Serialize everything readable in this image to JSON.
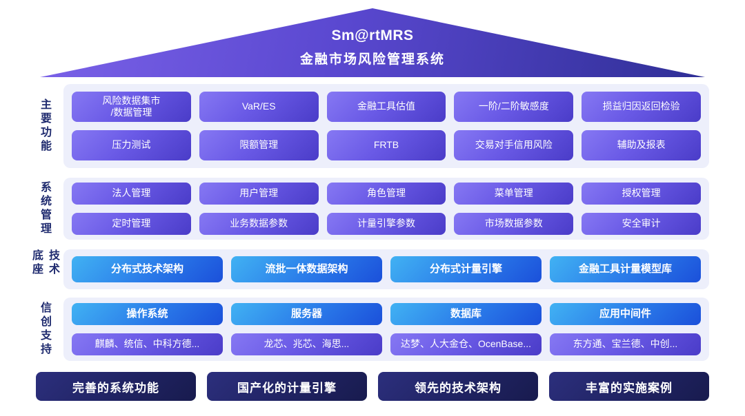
{
  "roof": {
    "title": "Sm@rtMRS",
    "subtitle": "金融市场风险管理系统"
  },
  "groups": [
    {
      "label": "主要功能",
      "rows": [
        [
          "风险数据集市\n/数据管理",
          "VaR/ES",
          "金融工具估值",
          "一阶/二阶敏感度",
          "损益归因返回检验"
        ],
        [
          "压力测试",
          "限额管理",
          "FRTB",
          "交易对手信用风险",
          "辅助及报表"
        ]
      ]
    },
    {
      "label": "系统管理",
      "rows": [
        [
          "法人管理",
          "用户管理",
          "角色管理",
          "菜单管理",
          "授权管理"
        ],
        [
          "定时管理",
          "业务数据参数",
          "计量引擎参数",
          "市场数据参数",
          "安全审计"
        ]
      ]
    },
    {
      "label": "技术底座",
      "rows": [
        [
          "分布式技术架构",
          "流批一体数据架构",
          "分布式计量引擎",
          "金融工具计量模型库"
        ]
      ]
    },
    {
      "label": "信创支持",
      "rows": [
        [
          "操作系统",
          "服务器",
          "数据库",
          "应用中间件"
        ],
        [
          "麒麟、统信、中科方德...",
          "龙芯、兆芯、海思...",
          "达梦、人大金仓、OcenBase...",
          "东方通、宝兰德、中创..."
        ]
      ]
    }
  ],
  "footer": {
    "items": [
      "完善的系统功能",
      "国产化的计量引擎",
      "领先的技术架构",
      "丰富的实施案例"
    ]
  },
  "colors": {
    "roof_gradient_start": "#7b62e8",
    "roof_gradient_end": "#2f2f96",
    "pill_purple_start": "#8678f3",
    "pill_purple_end": "#4a3cc8",
    "pill_blue_start": "#41b2f3",
    "pill_blue_end": "#1b50da",
    "group_box_bg": "#edeffb",
    "footer_navy": "#1f2260",
    "label_navy": "#1e2a6e"
  }
}
